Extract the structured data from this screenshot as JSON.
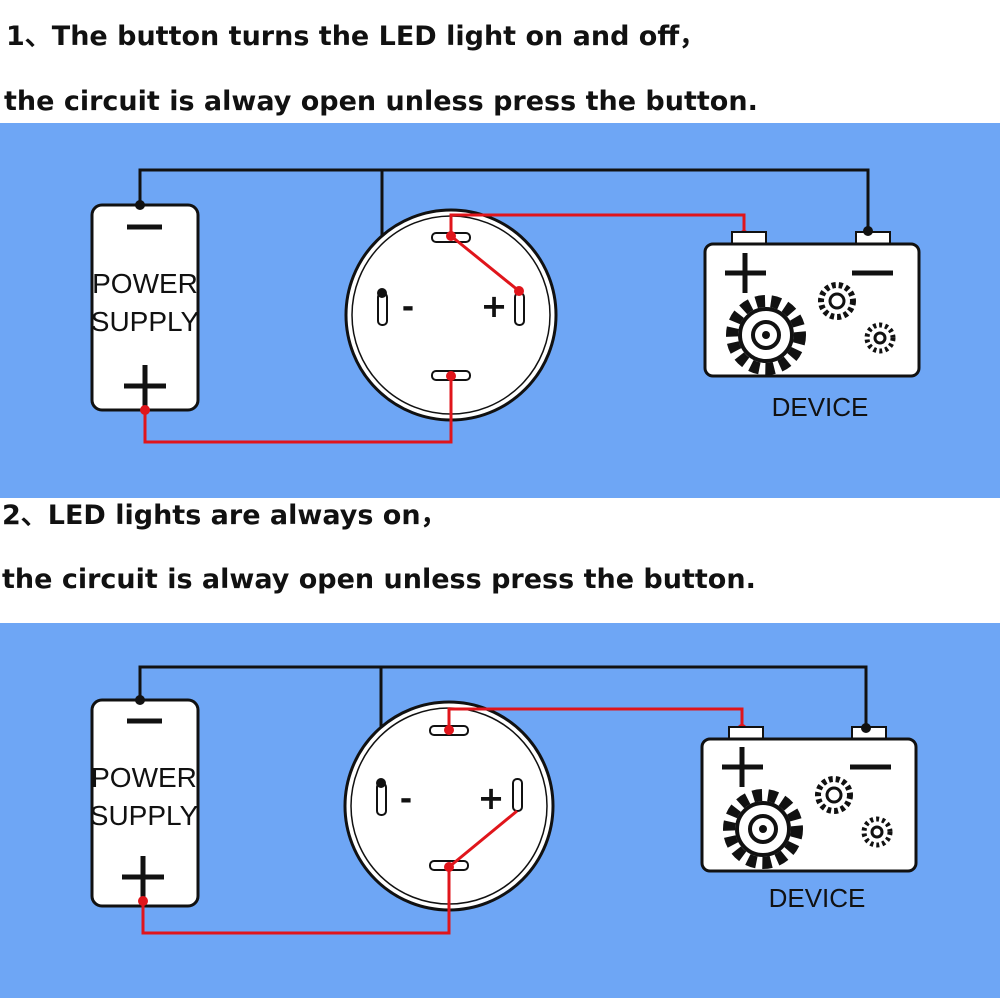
{
  "section1": {
    "line1": "1、The button turns the LED light on and off，",
    "line2": "the circuit is alway open unless press the button."
  },
  "section2": {
    "line1": "2、LED lights are always on，",
    "line2": "the circuit is alway open unless press the button."
  },
  "diagram": {
    "power_line1": "POWER",
    "power_line2": "SUPPLY",
    "switch_minus": "-",
    "switch_plus": "+",
    "device_label": "DEVICE",
    "colors": {
      "panel": "#6ea6f5",
      "wire_red": "#e0151b",
      "wire_black": "#111111"
    }
  }
}
